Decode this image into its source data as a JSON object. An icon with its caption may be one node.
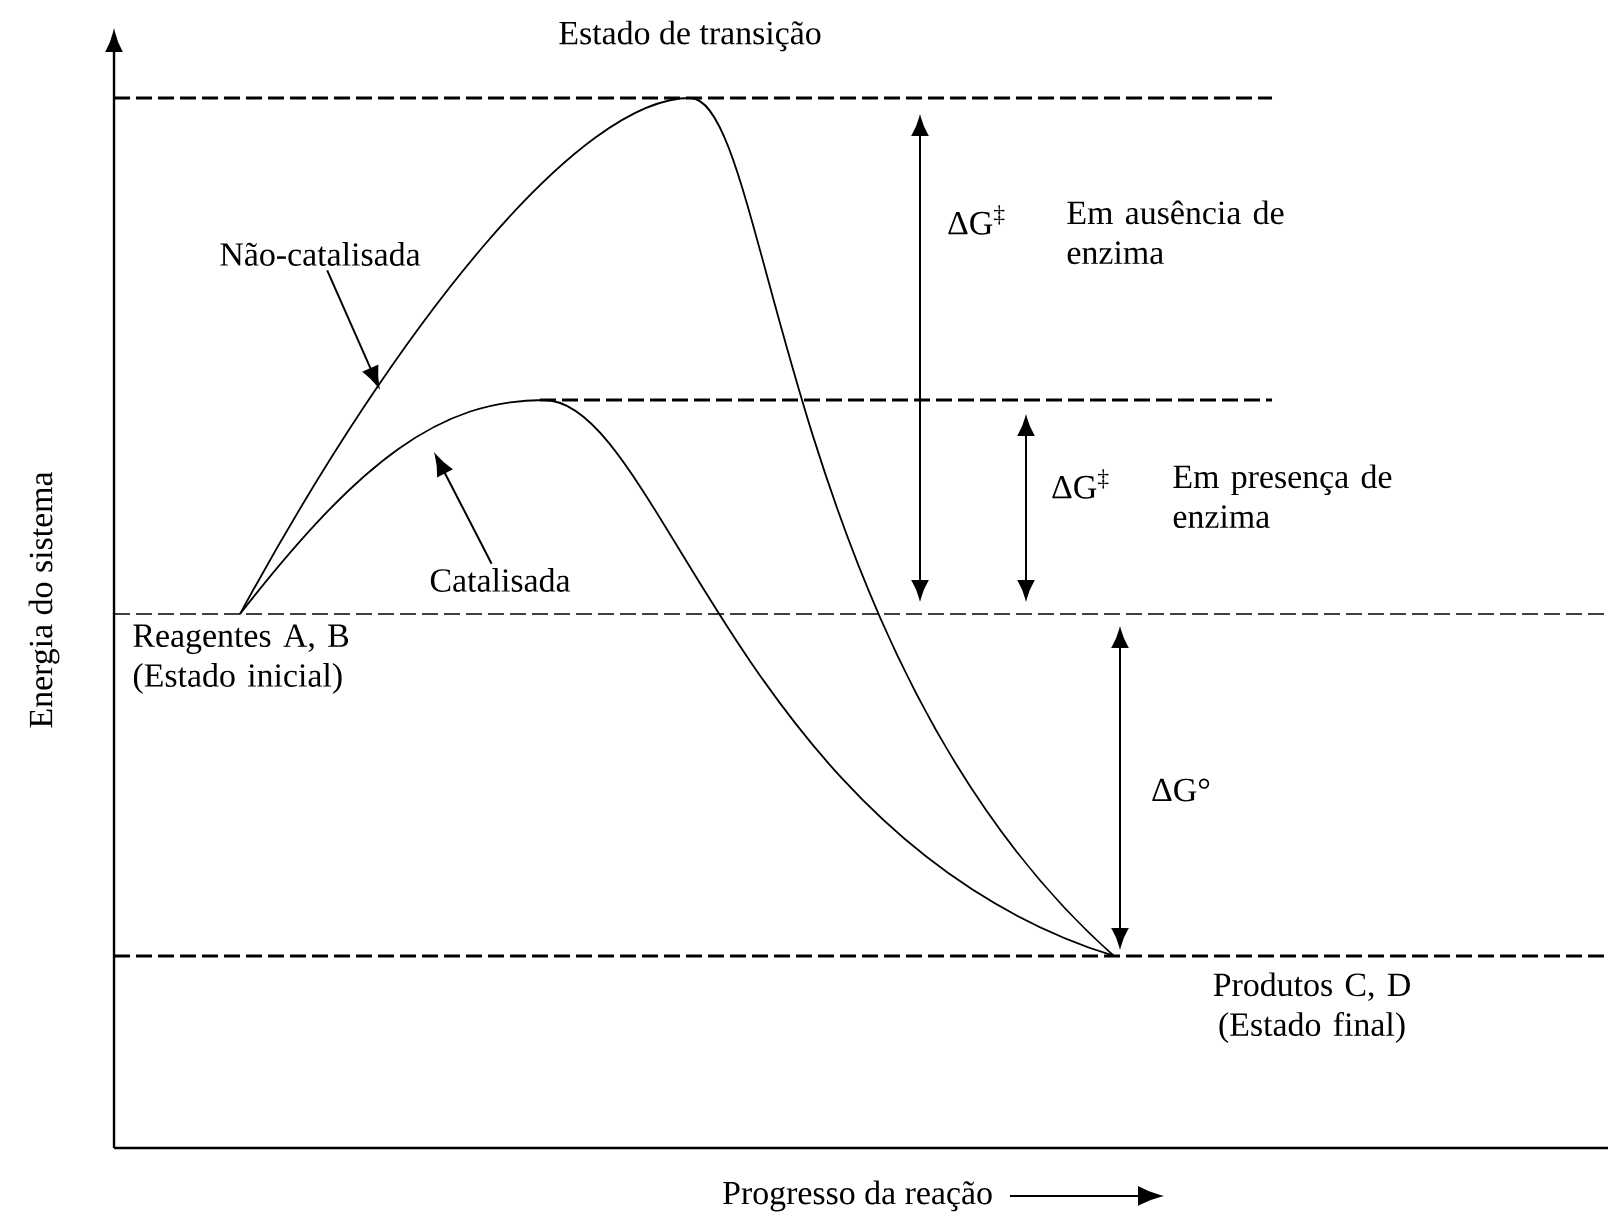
{
  "diagram": {
    "nodes": [
      {
        "text": [
          "Não-catalisada"
        ]
      },
      {
        "text": [
          "Catalisada"
        ]
      }
    ],
    "edges": [
      {
        "from": 0,
        "to": null,
        "arrow": "to"
      },
      {
        "from": 1,
        "to": null,
        "arrow": "to"
      }
    ],
    "labels": [
      "Estado de transição",
      "ΔG$^{‡}$",
      "Em ausência de enzima",
      "ΔG$^{‡}$",
      "Em presença de enzima",
      "Energia do sistema",
      "Reagentes A, B (Estado inicial)",
      "ΔG°",
      "Produtos C, D (Estado final)",
      "Progresso da reação"
    ]
  }
}
